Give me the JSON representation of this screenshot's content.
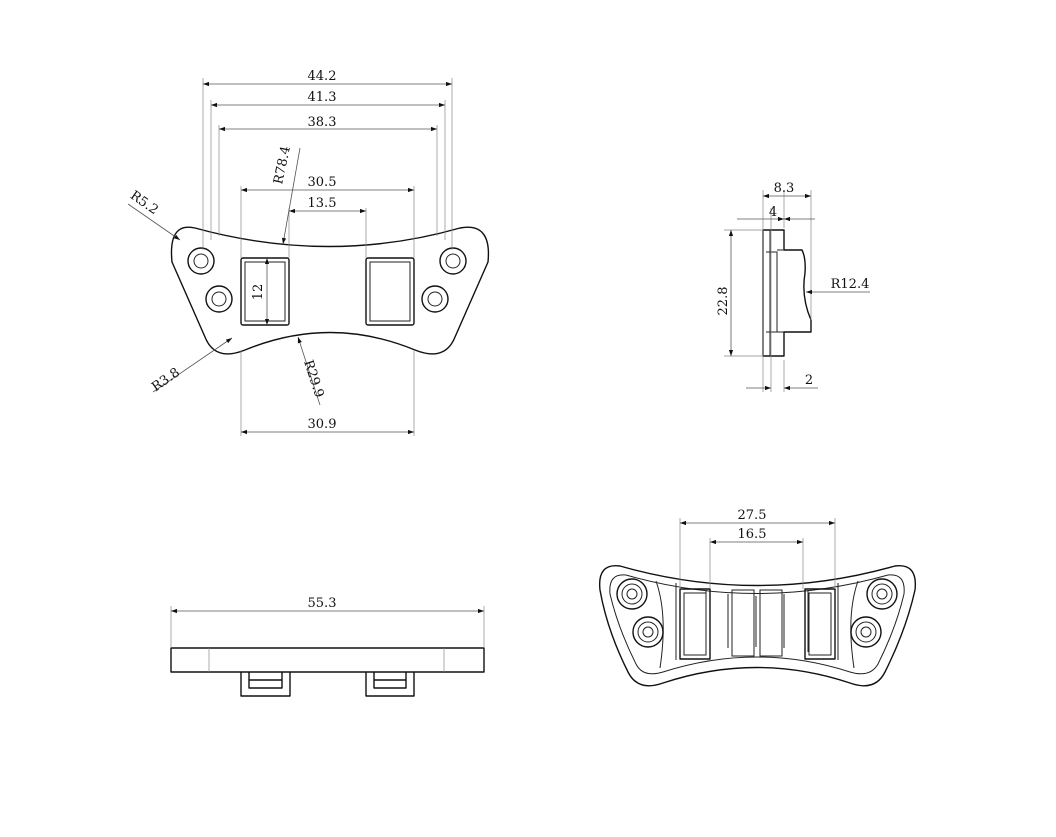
{
  "dimensions": {
    "d_44_2": "44.2",
    "d_41_3": "41.3",
    "d_38_3": "38.3",
    "d_r78_4": "R78.4",
    "d_30_5": "30.5",
    "d_13_5": "13.5",
    "d_r5_2": "R5.2",
    "d_12": "12",
    "d_r3_8": "R3.8",
    "d_r29_9": "R29.9",
    "d_30_9": "30.9",
    "d_8_3": "8.3",
    "d_4": "4",
    "d_r12_4": "R12.4",
    "d_22_8": "22.8",
    "d_2": "2",
    "d_55_3": "55.3",
    "d_27_5": "27.5",
    "d_16_5": "16.5"
  }
}
